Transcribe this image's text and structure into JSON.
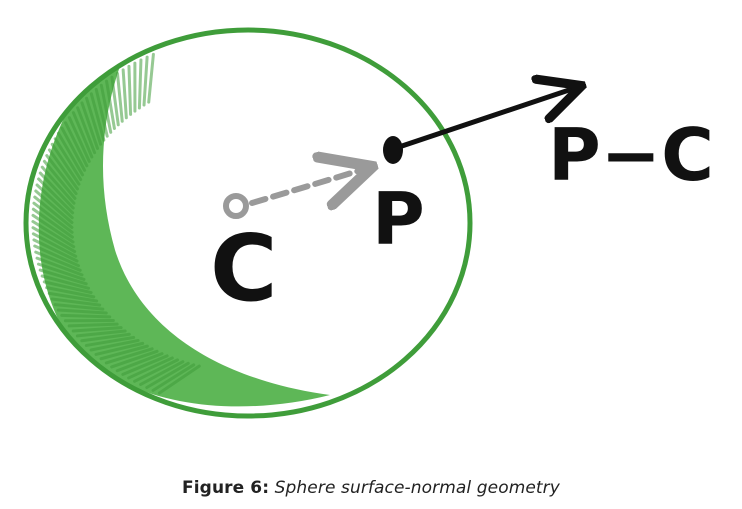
{
  "diagram": {
    "labels": {
      "center": "C",
      "surface_point": "P",
      "normal": "P−C"
    },
    "colors": {
      "sphere": "#3f9d3a",
      "sphere_shading": "#4caf45",
      "ink": "#111111",
      "dashed_vector": "#9a9a9a",
      "center_dot": "#9a9a9a"
    }
  },
  "caption": {
    "label": "Figure 6:",
    "text": "Sphere surface-normal geometry"
  }
}
